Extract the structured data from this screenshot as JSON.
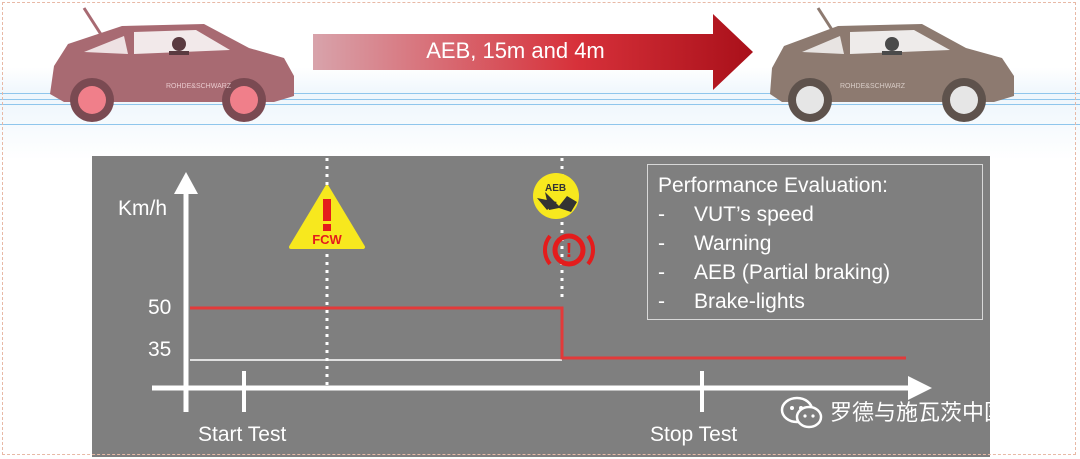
{
  "banner": {
    "label": "AEB, 15m and 4m",
    "car_brand": "ROHDE&SCHWARZ"
  },
  "icons": {
    "fcw_warning": {
      "name": "warning-triangle-icon",
      "label": "FCW"
    },
    "aeb_symbol": {
      "name": "aeb-icon",
      "label": "AEB"
    },
    "brake_warning": {
      "name": "brake-warning-icon",
      "label": "!"
    }
  },
  "diagram": {
    "y_axis_label": "Km/h",
    "y_ticks": [
      "50",
      "35"
    ],
    "x_labels": {
      "start": "Start Test",
      "stop": "Stop Test"
    }
  },
  "evaluation": {
    "title": "Performance Evaluation:",
    "items": [
      {
        "dash": "-",
        "text": "VUT’s speed"
      },
      {
        "dash": "-",
        "text": "Warning"
      },
      {
        "dash": "-",
        "text": "AEB (Partial braking)"
      },
      {
        "dash": "-",
        "text": "Brake-lights"
      }
    ]
  },
  "watermark": {
    "text": "罗德与施瓦茨中国"
  },
  "colors": {
    "panel": "#7f7f7f",
    "speed_line": "#e23a3a",
    "warning_yellow": "#f7e81e",
    "brake_red": "#e41c1c",
    "arrow_dark": "#b3151a",
    "car_front": "#a86a72",
    "car_rear": "#8d7a70"
  }
}
